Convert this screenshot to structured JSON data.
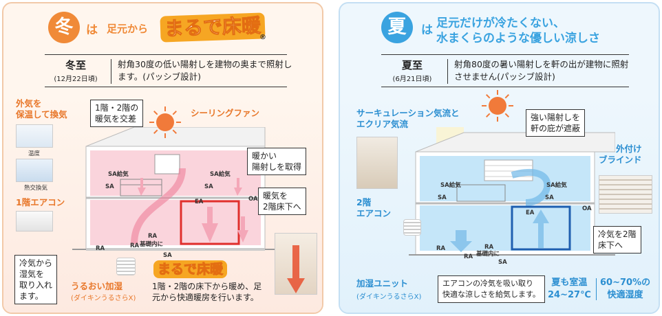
{
  "winter": {
    "badge": "冬",
    "ha": "は",
    "tagline": "足元から",
    "logo": "まるで床暖",
    "reg": "®",
    "season": "冬至",
    "season_date": "(12月22日頃)",
    "info": "射角30度の低い陽射しを建物の奥まで照射します。(パッシブ設計)",
    "labels": {
      "outside_air": "外気を\n保温して換気",
      "temp_caption": "温度",
      "heat_exchange_caption": "熱交換気",
      "floor1_ac": "1階エアコン",
      "exchange_box": "1階・2階の\n暖気を交差",
      "ceiling_fan": "シーリングファン",
      "warm_sun_box": "暖かい\n陽射しを取得",
      "warm_floor_box": "暖気を\n2階床下へ",
      "humid_box": "冷気から\n湿気を\n取り入れ\nます。",
      "uruoi": "うるおい加湿",
      "uruoi_sub": "(ダイキンうるさらX)",
      "logo_bottom": "まるで床暖",
      "bottom_caption": "1階・2階の床下から暖め、足\n元から快適暖房を行います。",
      "sa_supply1": "SA給気",
      "sa_supply2": "SA給気",
      "sa1": "SA",
      "sa2": "SA",
      "sa3": "SA",
      "ea": "EA",
      "oa": "OA",
      "ra1": "RA",
      "ra2": "RA",
      "ra3": "RA",
      "kiso": "基礎内に"
    }
  },
  "summer": {
    "badge": "夏",
    "ha": "は",
    "headline": "足元だけが冷たくない、\n水まくらのような優しい涼しさ",
    "season": "夏至",
    "season_date": "(6月21日頃)",
    "info": "射角80度の暑い陽射しを軒の出が建物に照射させません(パッシブ設計)",
    "labels": {
      "circulation": "サーキュレーション気流と\nエクリア気流",
      "strong_sun_box": "強い陽射しを\n軒の庇が遮蔽",
      "external_blind": "外付け\nブラインド",
      "floor2_ac": "2階\nエアコン",
      "cool_floor_box": "冷気を2階\n床下へ",
      "humid_unit": "加湿ユニット",
      "humid_unit_sub": "(ダイキンうるさらX)",
      "aircon_box": "エアコンの冷気を吸い取り\n快適な涼しさを給気します。",
      "room_temp": "夏も室温\n24~27℃",
      "humidity": "60~70%の\n快適湿度",
      "sa_supply1": "SA給気",
      "sa_supply2": "SA給気",
      "sa1": "SA",
      "sa2": "SA",
      "sa3": "SA",
      "ea": "EA",
      "oa": "OA",
      "ra1": "RA",
      "ra2": "RA",
      "ra3": "RA",
      "kiso": "基礎内に"
    }
  },
  "colors": {
    "winter_accent": "#f08a38",
    "summer_accent": "#3aa3e0",
    "warm_air": "#f7b6c2",
    "cool_air": "#a9d8f5"
  }
}
